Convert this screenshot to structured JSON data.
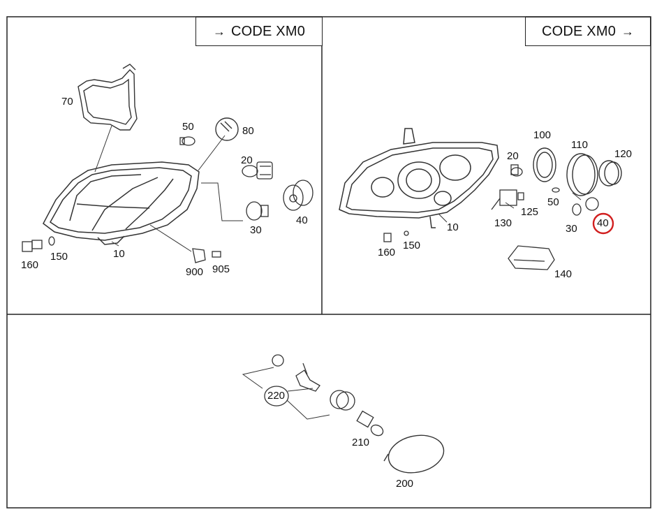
{
  "headers": {
    "left_code": "CODE XM0",
    "right_code": "CODE XM0"
  },
  "icons": {
    "arrow_left_header": "arrow-right-icon",
    "arrow_right_header": "arrow-right-icon"
  },
  "left_panel": {
    "labels": {
      "p70": "70",
      "p50": "50",
      "p80": "80",
      "p20": "20",
      "p30": "30",
      "p40": "40",
      "p10": "10",
      "p160": "160",
      "p150": "150",
      "p900": "900",
      "p905": "905"
    }
  },
  "right_panel": {
    "labels": {
      "p100": "100",
      "p110": "110",
      "p120": "120",
      "p20": "20",
      "p50": "50",
      "p125": "125",
      "p130": "130",
      "p10": "10",
      "p160": "160",
      "p150": "150",
      "p30": "30",
      "p40": "40",
      "p140": "140"
    },
    "highlight_color": "#d11f1f"
  },
  "bottom_panel": {
    "labels": {
      "p220": "220",
      "p210": "210",
      "p200": "200"
    }
  }
}
